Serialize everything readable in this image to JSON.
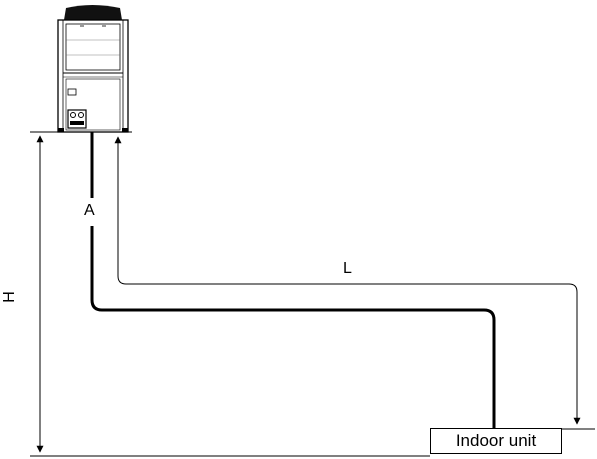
{
  "labels": {
    "pipe_a": "A",
    "length": "L",
    "height": "H",
    "indoor_unit": "Indoor unit"
  }
}
